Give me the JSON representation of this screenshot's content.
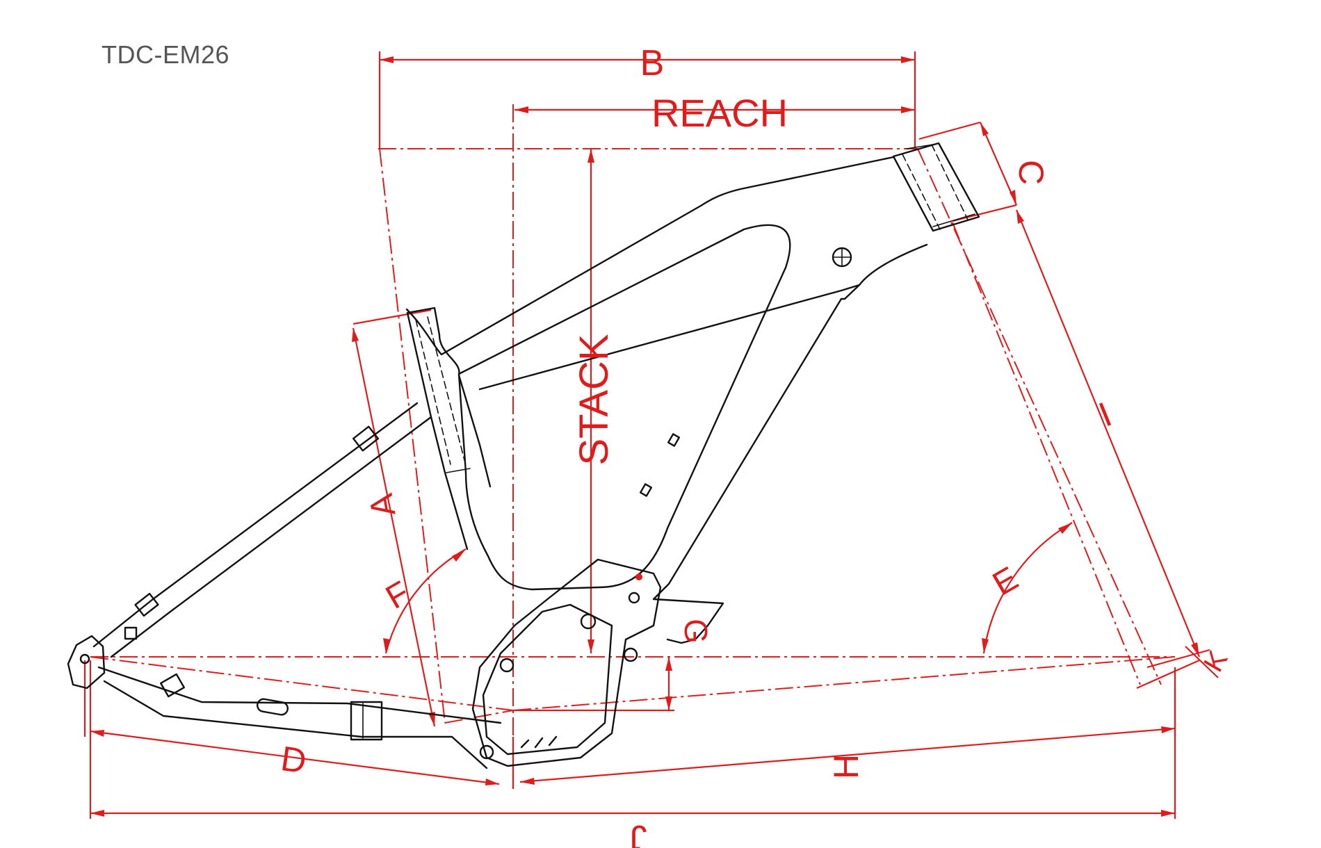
{
  "model": "TDC-EM26",
  "dimension_labels": {
    "b": "B",
    "reach": "REACH",
    "stack": "STACK",
    "c": "C",
    "i": "I",
    "a": "A",
    "f": "F",
    "e": "E",
    "g": "G",
    "d": "D",
    "h": "H",
    "j": "J",
    "k": "K"
  },
  "colors": {
    "dimension": "#e01b1b",
    "frame": "#111111",
    "label": "#555555"
  }
}
